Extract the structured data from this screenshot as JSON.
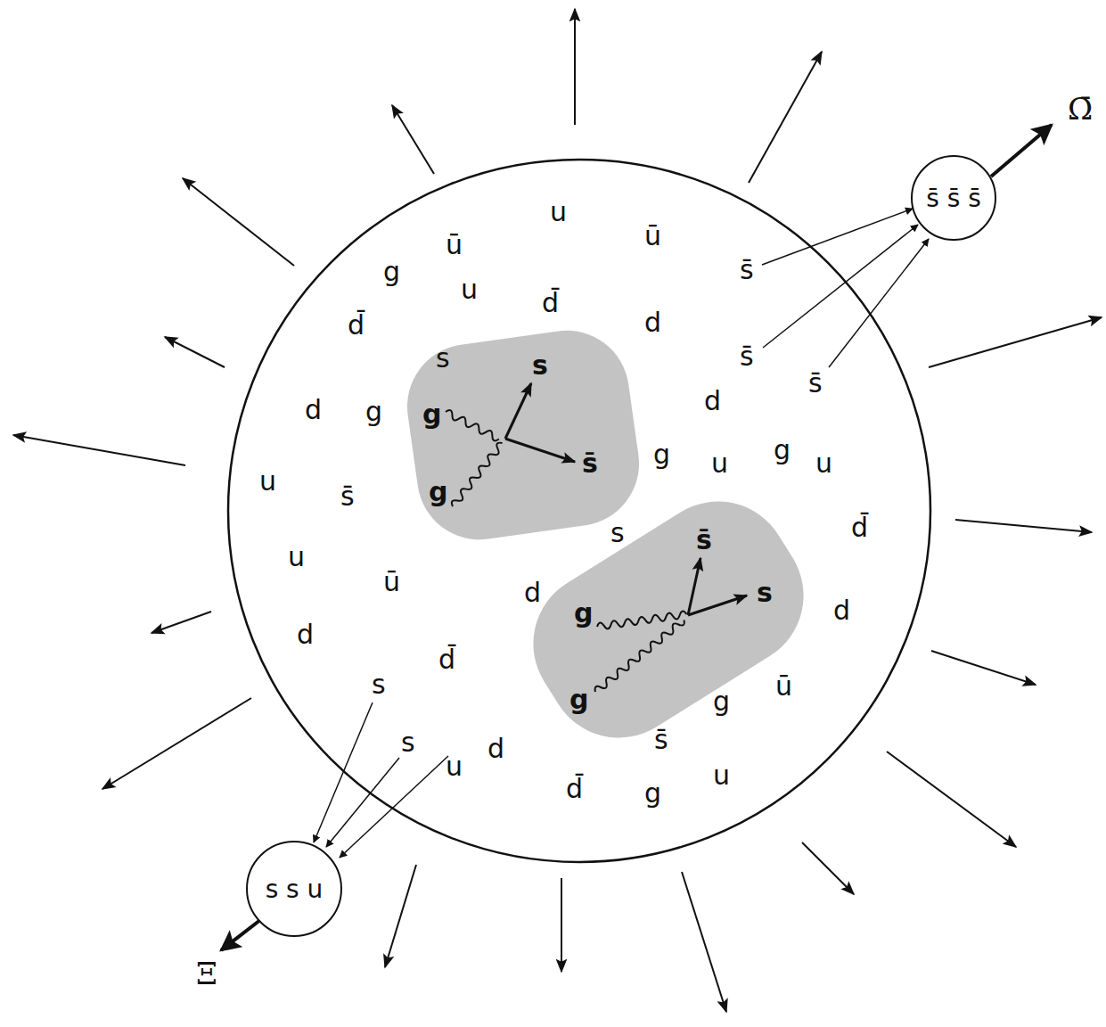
{
  "diagram": {
    "nodes": [
      {
        "text": [
          "s̄ s̄ s̄"
        ]
      },
      {
        "text": [
          "s s u"
        ]
      }
    ],
    "labels": [
      "u",
      "ū",
      "ū",
      "s̄",
      "g",
      "u",
      "d̄",
      "d̄",
      "d",
      "s",
      "s̄",
      "s̄",
      "d",
      "d",
      "g",
      "s",
      "s̄",
      "g",
      "g",
      "u",
      "s̄",
      "g",
      "u",
      "g",
      "u",
      "s",
      "d̄",
      "s̄",
      "s",
      "g",
      "g",
      "u",
      "ū",
      "d",
      "d",
      "d",
      "d̄",
      "g",
      "ū",
      "s",
      "s",
      "u",
      "d",
      "s̄",
      "u",
      "d̄",
      "g",
      "Ω̄",
      "Ξ"
    ]
  }
}
